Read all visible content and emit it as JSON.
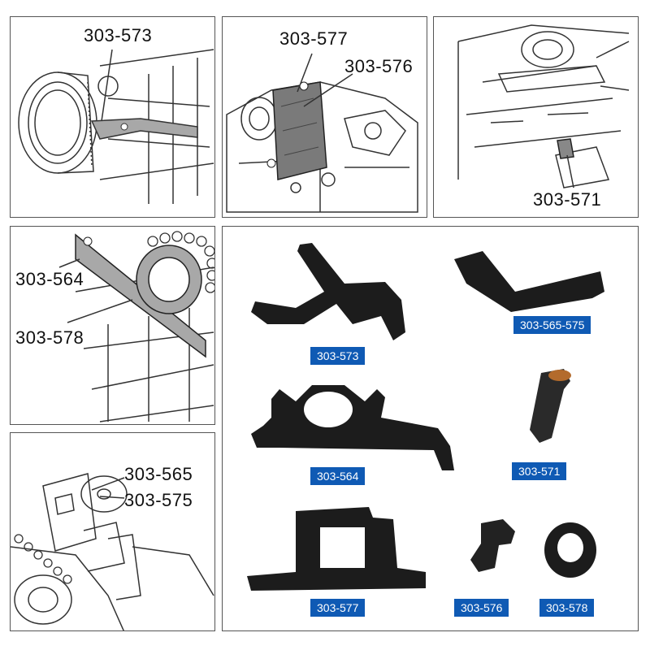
{
  "diagram_callouts": {
    "p1": "303-573",
    "p2a": "303-577",
    "p2b": "303-576",
    "p3": "303-571",
    "p4a": "303-564",
    "p4b": "303-578",
    "p5a": "303-565",
    "p5b": "303-575"
  },
  "product_labels": {
    "t1": "303-573",
    "t2": "303-565-575",
    "t3": "303-564",
    "t4": "303-571",
    "t5": "303-577",
    "t6": "303-576",
    "t7": "303-578"
  },
  "colors": {
    "badge": "#0f5ab4",
    "tool": "#1c1c1c",
    "line": "#333333",
    "highlight": "#a8a8a8"
  }
}
